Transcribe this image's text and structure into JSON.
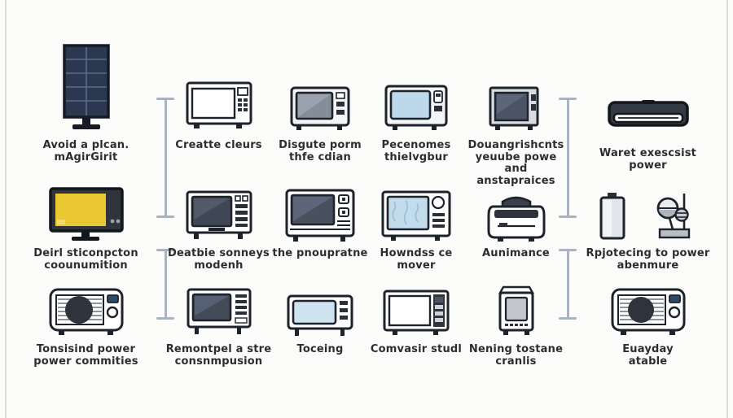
{
  "title": "Appliance energy tips infographic (AI-generated garbled text)",
  "colors": {
    "background": "#fbfbfa",
    "text": "#2b2d30",
    "divider": "#a9b2bf",
    "line_art": "#1e232b",
    "solar_panel_navy": "#2c3850",
    "screen_yellow": "#e9c834",
    "screen_light_blue": "#bdd8ea",
    "screen_slate": "#49515f",
    "display_navy": "#2d4a6b",
    "body_white": "#ffffff"
  },
  "grid": {
    "rows": [
      {
        "cells": [
          {
            "icon": "solar-panel-icon",
            "label": "Avoid a plcan.\nmAgirGirit"
          },
          {
            "icon": "microwave-white-icon",
            "label": "Creatte cleurs"
          },
          {
            "icon": "microwave-gray-icon",
            "label": "Disgute porm\nthfe cdian"
          },
          {
            "icon": "microwave-blue-icon",
            "label": "Pecenomes\nthielvgbur"
          },
          {
            "icon": "tv-dark-icon",
            "label": "Douangrishcnts\nyeuube powe\nand anstapraices"
          },
          {
            "icon": "dvd-player-icon",
            "label": "Waret exescsist\npower"
          }
        ]
      },
      {
        "cells": [
          {
            "icon": "tv-yellow-icon",
            "label": "Deirl sticonpcton\ncoounumition"
          },
          {
            "icon": "microwave-dark-icon",
            "label": "Deatbie sonneys\nmodenh"
          },
          {
            "icon": "tv-slate-icon",
            "label": "the pnoupratne"
          },
          {
            "icon": "microwave-frost-icon",
            "label": "Howndss ce mover"
          },
          {
            "icon": "printer-icon",
            "label": "Aunimance"
          },
          {
            "icon": "battery-and-meter-icon",
            "label": "Rpjotecing to power\nabenmure"
          }
        ]
      },
      {
        "cells": [
          {
            "icon": "air-conditioner-icon",
            "label": "Tonsisind power\npower commities"
          },
          {
            "icon": "microwave-dark2-icon",
            "label": "Remontpel a stre\nconsnmpusion"
          },
          {
            "icon": "microwave-bluewide-icon",
            "label": "Toceing"
          },
          {
            "icon": "microwave-white2-icon",
            "label": "Comvasir studl"
          },
          {
            "icon": "air-purifier-icon",
            "label": "Nening tostane\ncranlis"
          },
          {
            "icon": "air-conditioner2-icon",
            "label": "Euayday\natable"
          }
        ]
      }
    ]
  }
}
